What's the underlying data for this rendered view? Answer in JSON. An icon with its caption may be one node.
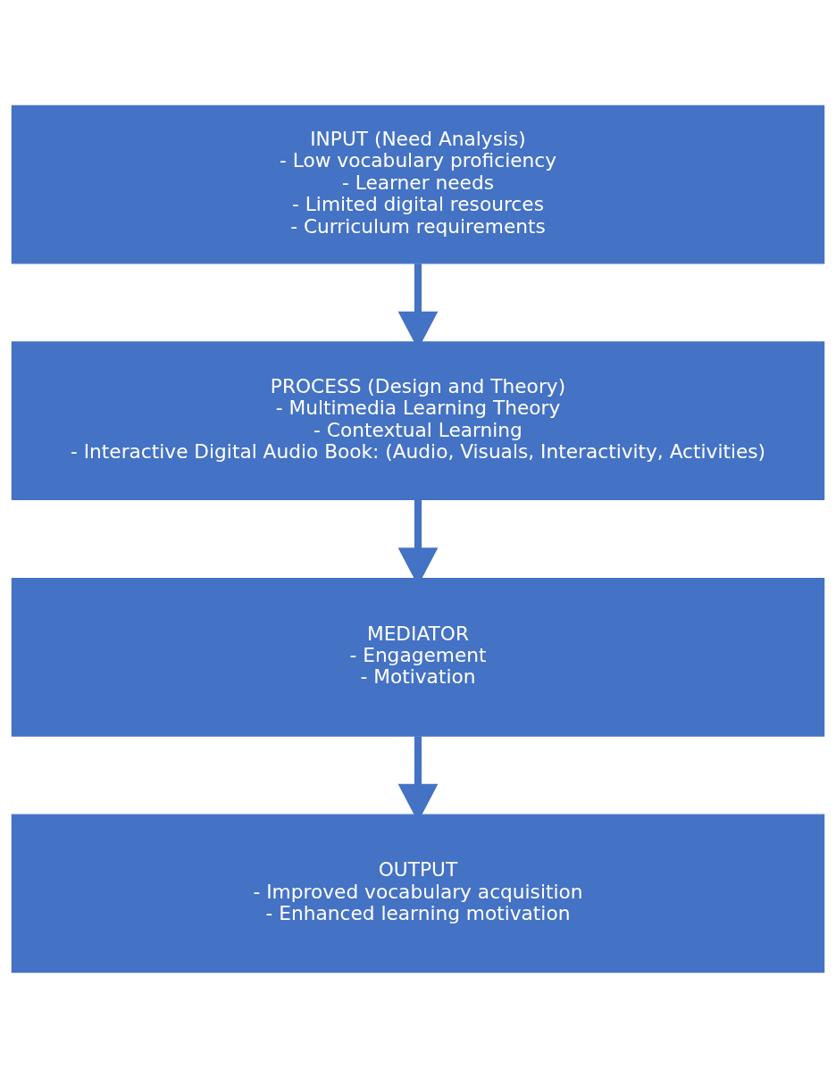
{
  "diagram": {
    "nodes": [
      {
        "text": [
          "INPUT (Need Analysis)",
          "- Low vocabulary proficiency",
          "- Learner needs",
          "- Limited digital resources",
          "- Curriculum requirements"
        ]
      },
      {
        "text": [
          "PROCESS (Design and Theory)",
          "- Multimedia Learning Theory",
          "- Contextual Learning",
          "- Interactive Digital Audio Book: (Audio, Visuals, Interactivity, Activities)"
        ]
      },
      {
        "text": [
          "MEDIATOR",
          "- Engagement",
          "- Motivation"
        ]
      },
      {
        "text": [
          "OUTPUT",
          "- Improved vocabulary acquisition",
          "- Enhanced learning motivation"
        ]
      }
    ],
    "edges": [
      {
        "from": 0,
        "to": 1,
        "arrow": "to"
      },
      {
        "from": 1,
        "to": 2,
        "arrow": "to"
      },
      {
        "from": 2,
        "to": 3,
        "arrow": "to"
      }
    ]
  }
}
